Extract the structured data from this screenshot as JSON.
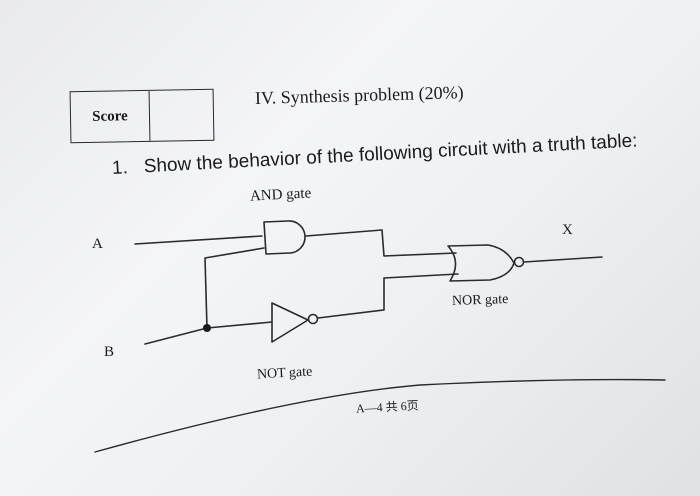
{
  "score_box": {
    "label": "Score",
    "value": ""
  },
  "section": {
    "title": "IV. Synthesis problem (20%)"
  },
  "question": {
    "number": "1.",
    "text": "Show the behavior of the following circuit with a truth table:"
  },
  "circuit": {
    "and_label": "AND gate",
    "nor_label": "NOR gate",
    "not_label": "NOT gate",
    "input_a": "A",
    "input_b": "B",
    "output": "X"
  },
  "footer": {
    "page_ref": "A—4 共 6页"
  }
}
